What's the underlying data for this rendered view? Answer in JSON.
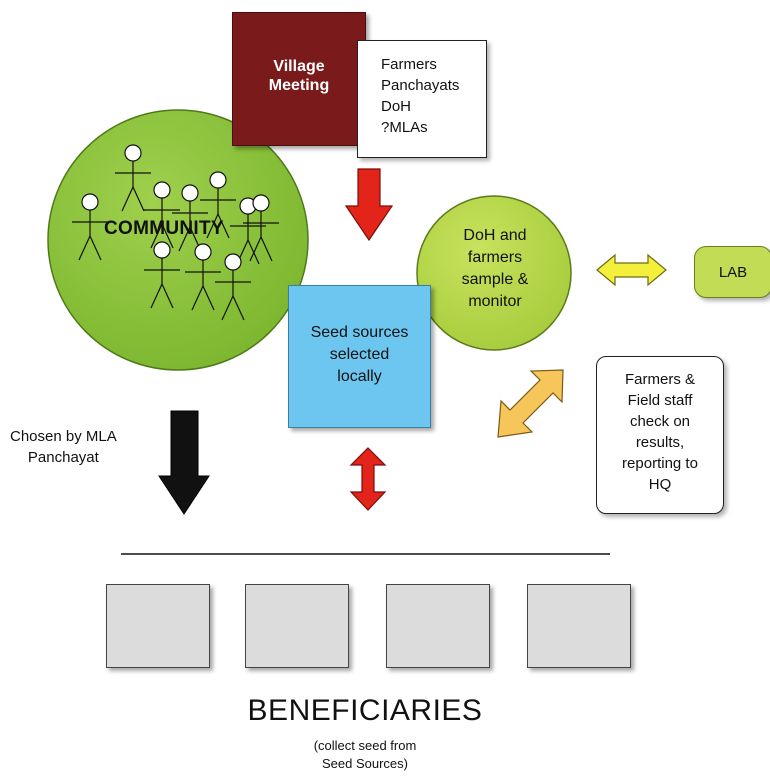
{
  "village_meeting": {
    "lines": [
      "Village",
      "Meeting"
    ]
  },
  "attendees": {
    "lines": [
      "Farmers",
      "Panchayats",
      "DoH",
      "?MLAs"
    ]
  },
  "community": {
    "label": "COMMUNITY"
  },
  "doh_sample": {
    "lines": [
      "DoH and",
      "farmers",
      "sample &",
      "monitor"
    ]
  },
  "lab": {
    "label": "LAB"
  },
  "seed_sources": {
    "lines": [
      "Seed sources",
      "selected",
      "locally"
    ]
  },
  "check_results": {
    "lines": [
      "Farmers &",
      "Field staff",
      "check on",
      "results,",
      "reporting to",
      "HQ"
    ]
  },
  "chosen_by": {
    "lines": [
      "Chosen by MLA",
      "Panchayat"
    ]
  },
  "beneficiaries": {
    "title": "BENEFICIARIES",
    "subtitle_lines": [
      "(collect seed from",
      "Seed Sources)"
    ]
  },
  "colors": {
    "community_circle": "#8dc63f",
    "doh_circle": "#b5d84a",
    "village_meeting": "#7b1a1a",
    "seed_sources": "#6dc6ef",
    "lab": "#c2dc55",
    "red_arrow": "#e3241b",
    "yellow_arrow": "#f4ef3a",
    "orange_arrow": "#f6c65a",
    "black_arrow": "#111111",
    "beneficiary_box": "#dcdcdc"
  }
}
